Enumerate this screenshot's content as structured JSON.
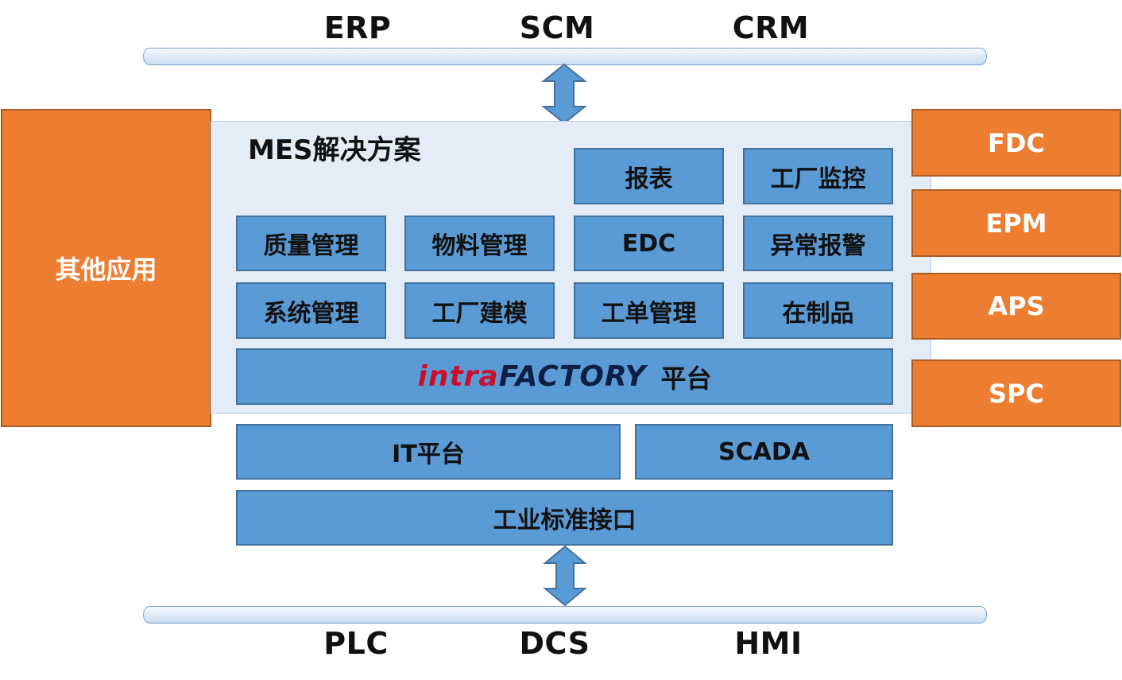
{
  "top_systems": [
    "ERP",
    "SCM",
    "CRM"
  ],
  "bottom_systems": [
    "PLC",
    "DCS",
    "HMI"
  ],
  "left_block": "其他应用",
  "right_blocks": [
    "FDC",
    "EPM",
    "APS",
    "SPC"
  ],
  "mes": {
    "title": "MES解决方案",
    "modules_row1": [
      "报表",
      "工厂监控"
    ],
    "modules_row2": [
      "质量管理",
      "物料管理",
      "EDC",
      "异常报警"
    ],
    "modules_row3": [
      "系统管理",
      "工厂建模",
      "工单管理",
      "在制品"
    ],
    "platform": {
      "wordmark_a": "intra",
      "wordmark_b": "FACTORY",
      "suffix": "平台"
    }
  },
  "lower_blocks": {
    "it_platform": "IT平台",
    "scada": "SCADA",
    "industry_interface": "工业标准接口"
  },
  "colors": {
    "module_fill": "#5b9bd5",
    "module_border": "#41719c",
    "side_fill": "#ed7d31",
    "panel_fill": "#e3ecf7",
    "arrow_fill": "#5b9bd5",
    "wordmark_red": "#c8102e",
    "wordmark_navy": "#0d1f45"
  }
}
